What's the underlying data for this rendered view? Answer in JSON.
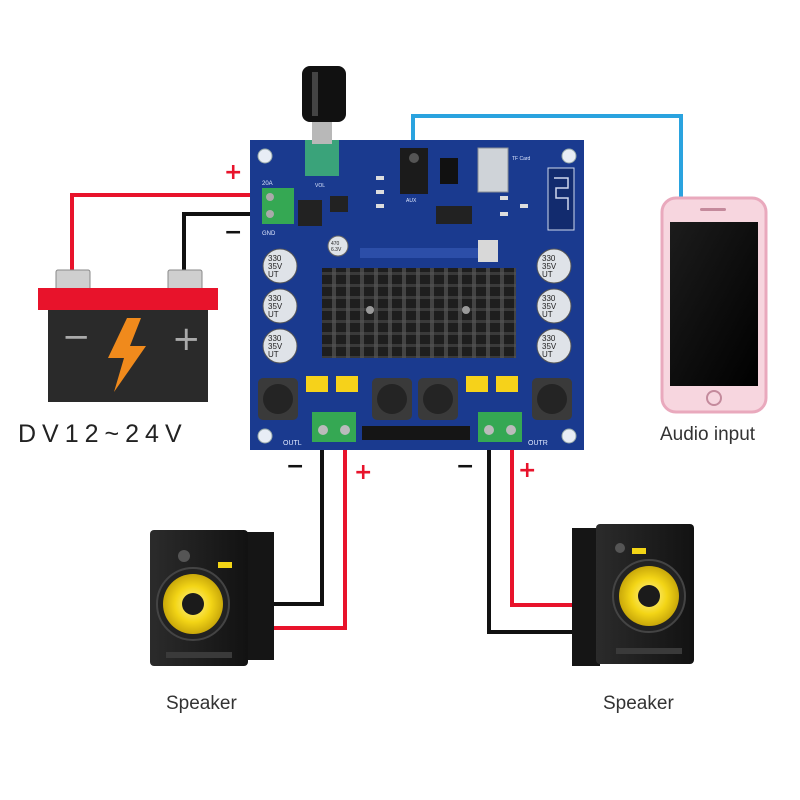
{
  "battery": {
    "label": "DV12~24V",
    "symbols": {
      "minus": "−",
      "plus": "+"
    }
  },
  "board": {
    "labels": {
      "power_in": "20A",
      "gnd": "GND",
      "vol": "VOL",
      "aux": "AUX",
      "tf_card": "TF Card",
      "out_left": "OUTL",
      "out_right": "OUTR",
      "cap_main": [
        "330",
        "35V",
        "UT"
      ],
      "cap_small": [
        "470",
        "6.3V"
      ]
    }
  },
  "polarity": {
    "battery_plus": "+",
    "battery_minus": "−",
    "outl_minus": "−",
    "outl_plus": "+",
    "outr_minus": "−",
    "outr_plus": "+"
  },
  "phone": {
    "label": "Audio input"
  },
  "speakers": {
    "left_label": "Speaker",
    "right_label": "Speaker"
  },
  "colors": {
    "wire_positive": "#e8132b",
    "wire_negative": "#111111",
    "wire_audio": "#2aa3df",
    "board": "#1a3a8f",
    "battery_body": "#2a2a2a",
    "battery_top": "#e8132b",
    "bolt": "#f08a1c",
    "phone_frame": "#f2b3c6",
    "speaker_cone": "#f3d516"
  }
}
